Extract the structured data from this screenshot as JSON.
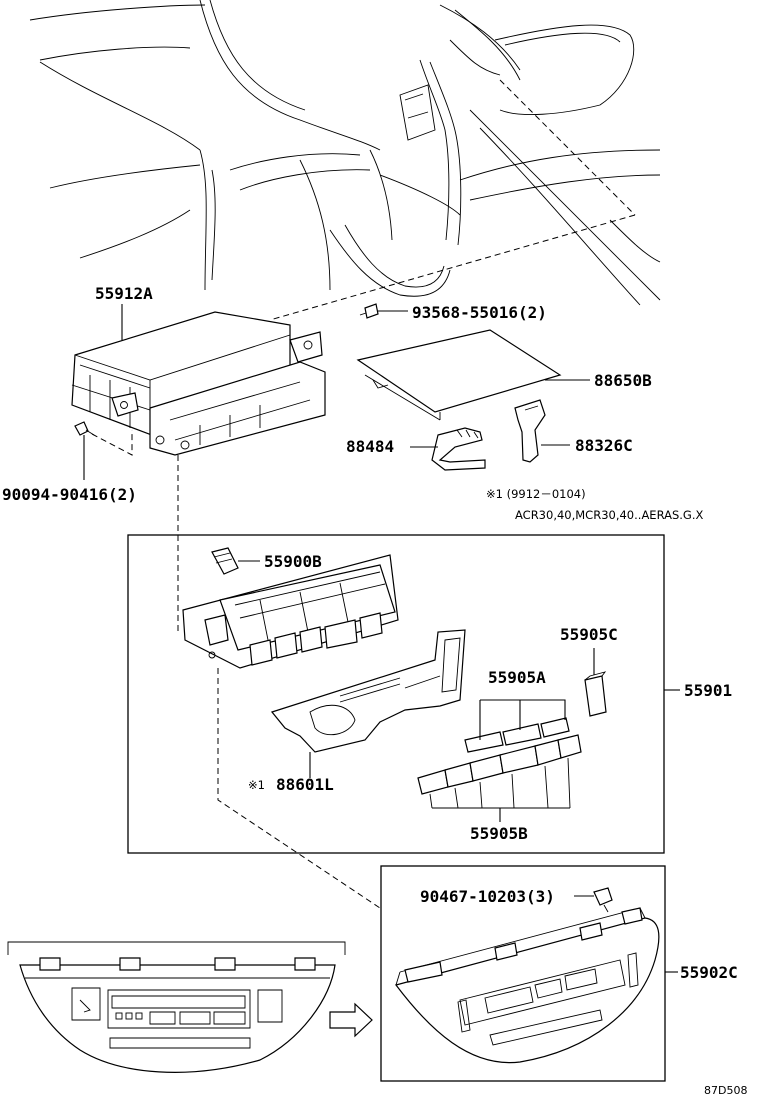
{
  "labels": {
    "l55912A": "55912A",
    "l93568": "93568-55016(2)",
    "l88650B": "88650B",
    "l88484": "88484",
    "l88326C": "88326C",
    "l90094": "90094-90416(2)",
    "note1": "※1 (9912－0104)",
    "note2": "ACR30,40,MCR30,40..AERAS.G.X",
    "l55900B": "55900B",
    "l55905C": "55905C",
    "l55905A": "55905A",
    "l55901": "55901",
    "l88601L": "88601L",
    "mark1": "※1",
    "l55905B": "55905B",
    "l90467": "90467-10203(3)",
    "l55902C": "55902C",
    "code": "87D508"
  }
}
